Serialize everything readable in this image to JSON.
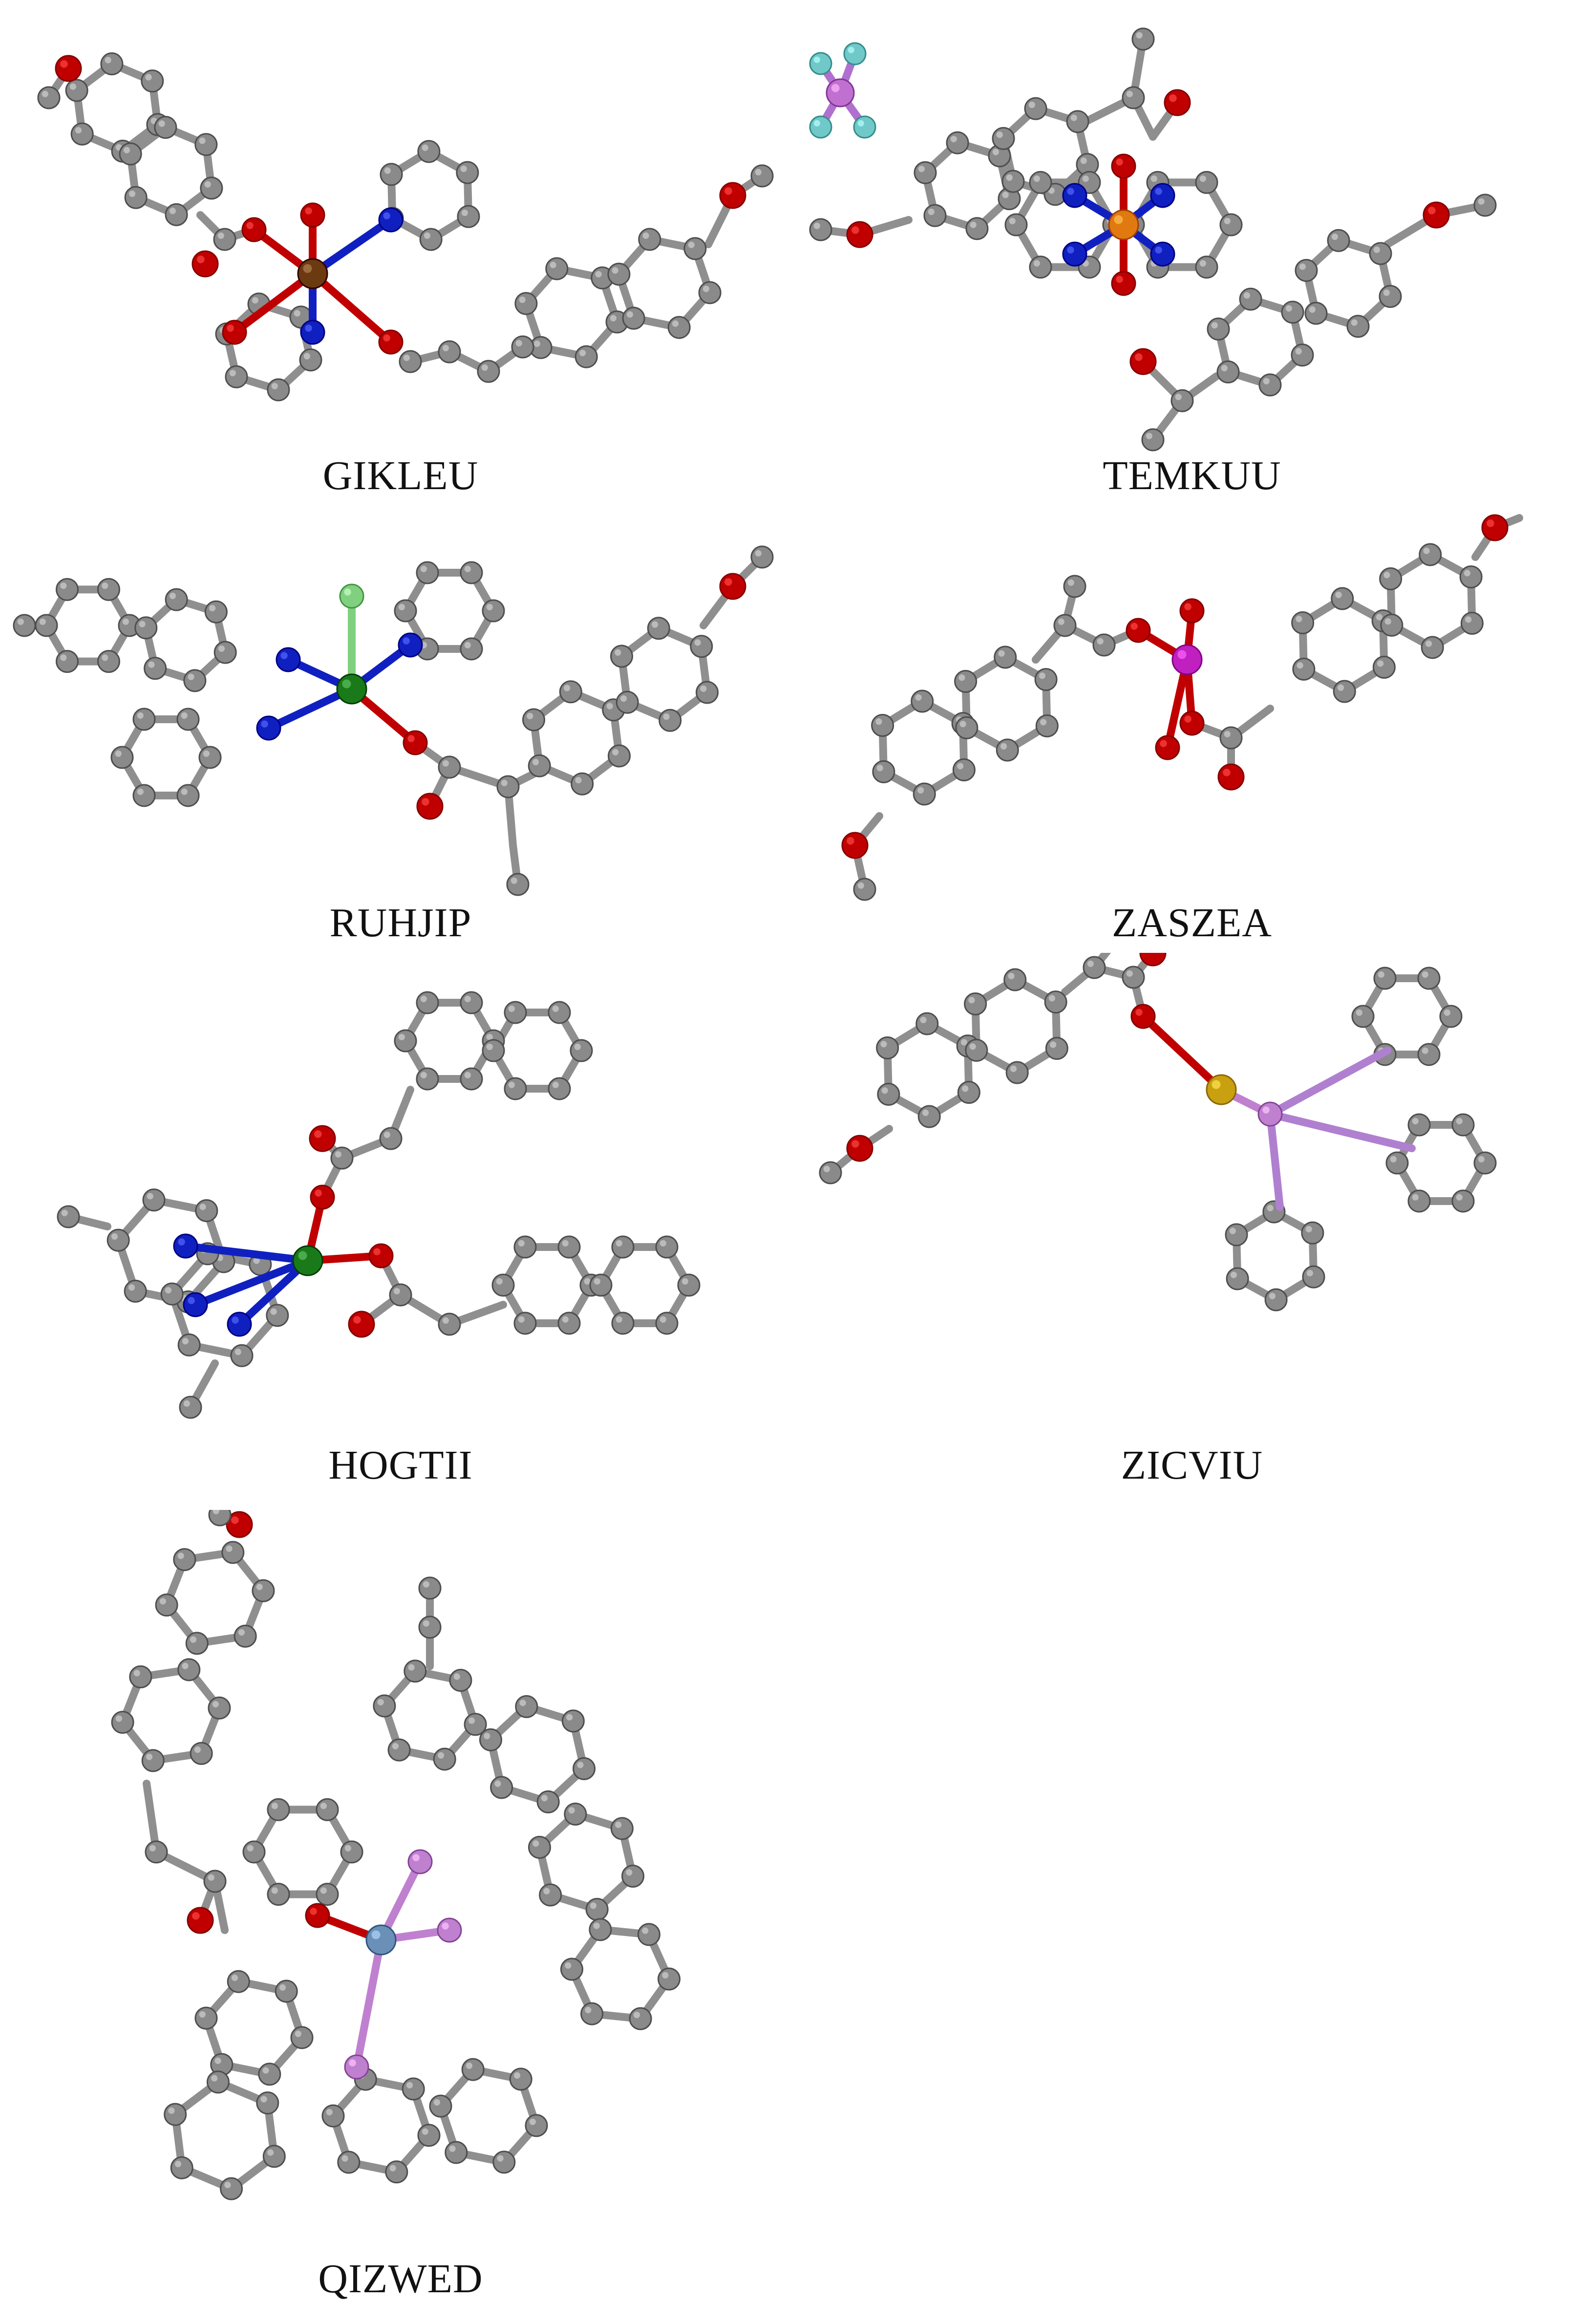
{
  "figure": {
    "panels": [
      {
        "label": "GIKLEU",
        "center_color": "#6b3a10",
        "ligand_colors": [
          "#c00000",
          "#1020c0",
          "#c00000",
          "#c00000",
          "#c00000",
          "#1020c0"
        ]
      },
      {
        "label": "TEMKUU",
        "center_color": "#e07a10",
        "ligand_colors": [
          "#c00000",
          "#1020c0",
          "#1020c0",
          "#c00000",
          "#1020c0",
          "#1020c0"
        ]
      },
      {
        "label": "RUHJIP",
        "center_color": "#1a7a1a",
        "ligand_colors": [
          "#80d080",
          "#1020c0",
          "#1020c0",
          "#c00000",
          "#1020c0"
        ]
      },
      {
        "label": "ZASZEA",
        "center_color": "#c020c0",
        "ligand_colors": [
          "#c00000",
          "#c00000",
          "#c00000",
          "#c00000"
        ]
      },
      {
        "label": "HOGTII",
        "center_color": "#1a7a1a",
        "ligand_colors": [
          "#c00000",
          "#c00000",
          "#1020c0",
          "#1020c0",
          "#1020c0"
        ]
      },
      {
        "label": "ZICVIU",
        "center_color": "#c8a010",
        "ligand_colors": [
          "#c00000",
          "#c080d0"
        ]
      },
      {
        "label": "QIZWED",
        "center_color": "#6a90b8",
        "ligand_colors": [
          "#c00000",
          "#c080d0",
          "#c080d0",
          "#c080d0"
        ]
      }
    ],
    "carbon_color": "#8a8a8a",
    "oxygen_color": "#c00000",
    "nitrogen_color": "#1020c0"
  }
}
